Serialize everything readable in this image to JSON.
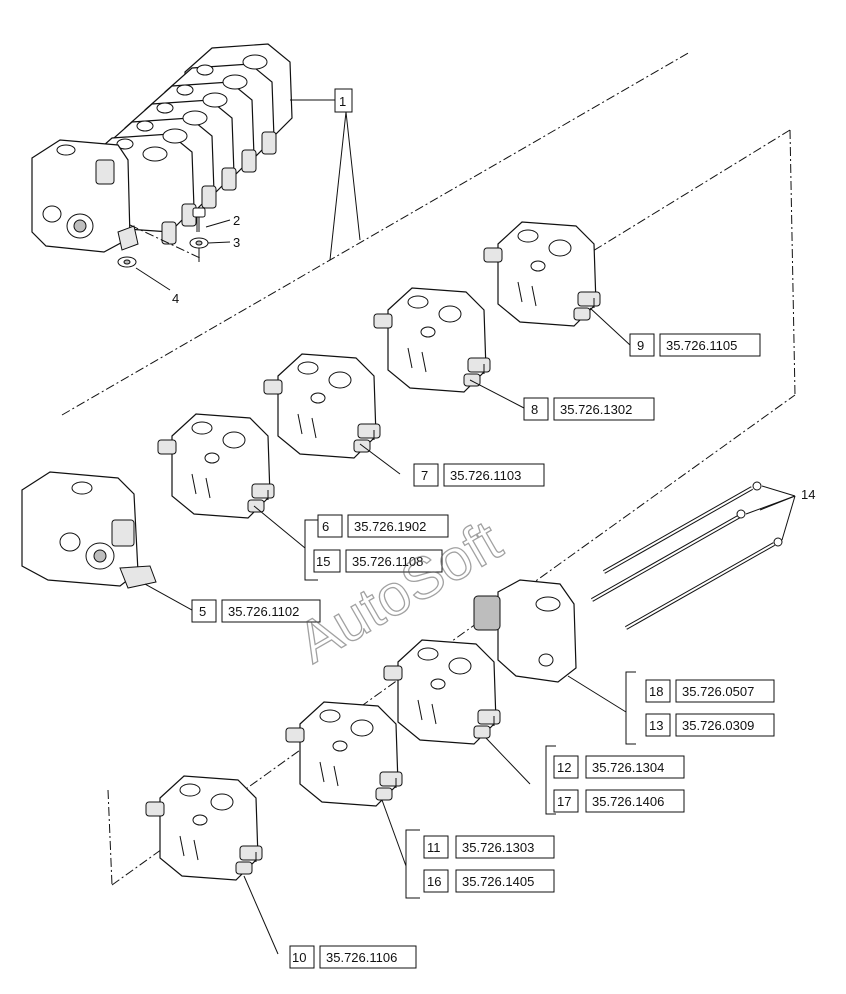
{
  "diagram": {
    "watermark": "AutoSoft",
    "assembly_labels": {
      "item_1": "1",
      "item_2": "2",
      "item_3": "3",
      "item_4": "4",
      "item_14": "14"
    },
    "callouts": [
      {
        "num": "9",
        "code": "35.726.1105"
      },
      {
        "num": "8",
        "code": "35.726.1302"
      },
      {
        "num": "7",
        "code": "35.726.1103"
      },
      {
        "num": "6",
        "code": "35.726.1902"
      },
      {
        "num": "15",
        "code": "35.726.1108"
      },
      {
        "num": "5",
        "code": "35.726.1102"
      },
      {
        "num": "18",
        "code": "35.726.0507"
      },
      {
        "num": "13",
        "code": "35.726.0309"
      },
      {
        "num": "12",
        "code": "35.726.1304"
      },
      {
        "num": "17",
        "code": "35.726.1406"
      },
      {
        "num": "11",
        "code": "35.726.1303"
      },
      {
        "num": "16",
        "code": "35.726.1405"
      },
      {
        "num": "10",
        "code": "35.726.1106"
      }
    ]
  }
}
